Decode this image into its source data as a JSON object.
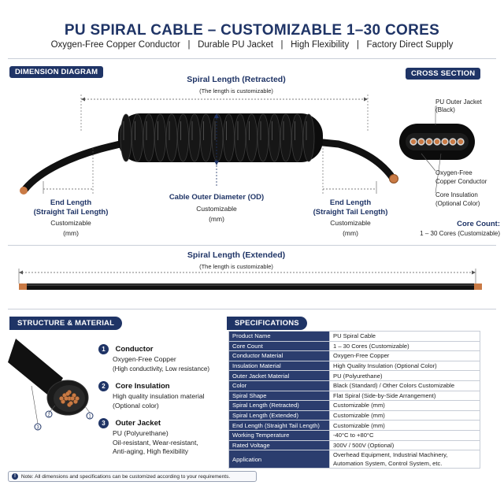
{
  "header": {
    "title": "PU SPIRAL CABLE – CUSTOMIZABLE 1–30 CORES",
    "features": [
      "Oxygen-Free Copper Conductor",
      "Durable PU Jacket",
      "High Flexibility",
      "Factory Direct Supply"
    ],
    "separator": "|"
  },
  "dimension": {
    "badge": "DIMENSION DIAGRAM",
    "retracted_title": "Spiral Length (Retracted)",
    "retracted_note": "(The length is customizable)",
    "end_left_title_1": "End Length",
    "end_left_title_2": "(Straight Tail Length)",
    "end_left_note_1": "Customizable",
    "end_left_note_2": "(mm)",
    "od_title": "Cable Outer Diameter (OD)",
    "od_note_1": "Customizable",
    "od_note_2": "(mm)",
    "end_right_title_1": "End Length",
    "end_right_title_2": "(Straight Tail Length)",
    "end_right_note_1": "Customizable",
    "end_right_note_2": "(mm)",
    "extended_title": "Spiral Length (Extended)",
    "extended_note": "(The length is customizable)"
  },
  "cross_section": {
    "badge": "CROSS SECTION",
    "jacket_1": "PU Outer Jacket",
    "jacket_2": "(Black)",
    "conductor_1": "Oxygen-Free",
    "conductor_2": "Copper Conductor",
    "insulation_1": "Core Insulation",
    "insulation_2": "(Optional Color)",
    "core_count_title": "Core Count:",
    "core_count_value": "1 – 30 Cores (Customizable)"
  },
  "structure": {
    "badge": "STRUCTURE & MATERIAL",
    "items": [
      {
        "num": "1",
        "title": "Conductor",
        "line1": "Oxygen-Free Copper",
        "line2": "(High conductivity, Low resistance)",
        "line3": ""
      },
      {
        "num": "2",
        "title": "Core Insulation",
        "line1": "High quality insulation material",
        "line2": "(Optional color)",
        "line3": ""
      },
      {
        "num": "3",
        "title": "Outer Jacket",
        "line1": "PU (Polyurethane)",
        "line2": "Oil-resistant, Wear-resistant,",
        "line3": "Anti-aging, High flexibility"
      }
    ]
  },
  "specifications": {
    "badge": "SPECIFICATIONS",
    "rows": [
      {
        "key": "Product Name",
        "value": "PU Spiral Cable"
      },
      {
        "key": "Core Count",
        "value": "1 – 30 Cores (Customizable)"
      },
      {
        "key": "Conductor Material",
        "value": "Oxygen-Free Copper"
      },
      {
        "key": "Insulation Material",
        "value": "High Quality Insulation (Optional Color)"
      },
      {
        "key": "Outer Jacket Material",
        "value": "PU (Polyurethane)"
      },
      {
        "key": "Color",
        "value": "Black (Standard) / Other Colors Customizable"
      },
      {
        "key": "Spiral Shape",
        "value": "Flat Spiral (Side-by-Side Arrangement)"
      },
      {
        "key": "Spiral Length (Retracted)",
        "value": "Customizable (mm)"
      },
      {
        "key": "Spiral Length (Extended)",
        "value": "Customizable (mm)"
      },
      {
        "key": "End Length (Straight Tail Length)",
        "value": "Customizable (mm)"
      },
      {
        "key": "Working Temperature",
        "value": "-40°C to +80°C"
      },
      {
        "key": "Rated Voltage",
        "value": "300V / 500V (Optional)"
      },
      {
        "key": "Application",
        "value": "Overhead Equipment, Industrial Machinery,",
        "value2": "Automation System, Control System, etc."
      }
    ]
  },
  "note": {
    "icon": "info-icon",
    "text": "Note: All dimensions and specifications can be customized according to your requirements."
  },
  "colors": {
    "navy": "#1f3466",
    "table_header": "#2b3d6e",
    "copper": "#c97a45",
    "cable": "#111111"
  }
}
